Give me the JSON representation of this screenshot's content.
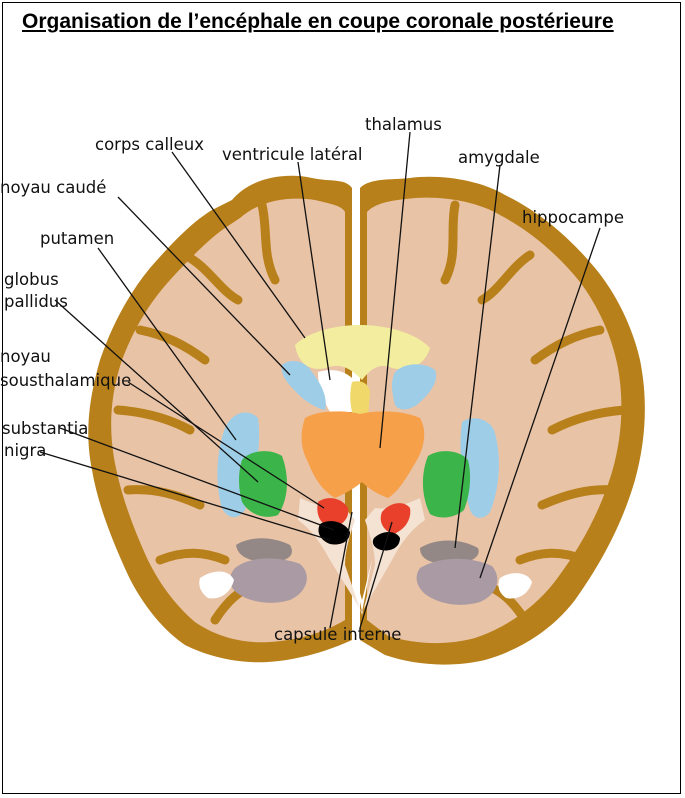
{
  "title": "Organisation de l’encéphale en coupe coronale postérieure",
  "labels": {
    "corps_calleux": "corps calleux",
    "ventricule_lateral": "ventricule latéral",
    "thalamus": "thalamus",
    "amygdale": "amygdale",
    "noyau_caude": "noyau caudé",
    "hippocampe": "hippocampe",
    "putamen": "putamen",
    "globus_1": "globus",
    "globus_2": "pallidus",
    "noyau_sous_1": "noyau",
    "noyau_sous_2": "sousthalamique",
    "substantia_1": "substantia",
    "substantia_2": "nigra",
    "capsule_interne": "capsule interne"
  },
  "colors": {
    "cortex": "#b8801a",
    "white_matter": "#e9c3a6",
    "corps_calleux": "#f3ee9f",
    "ventricle": "#9ecde8",
    "thalamus": "#f7a04a",
    "globus_pallidus": "#3bb44a",
    "subthalamic": "#e8402a",
    "substantia_nigra": "#000000",
    "hippocampus": "#a99aa4",
    "amygdala": "#938886"
  }
}
